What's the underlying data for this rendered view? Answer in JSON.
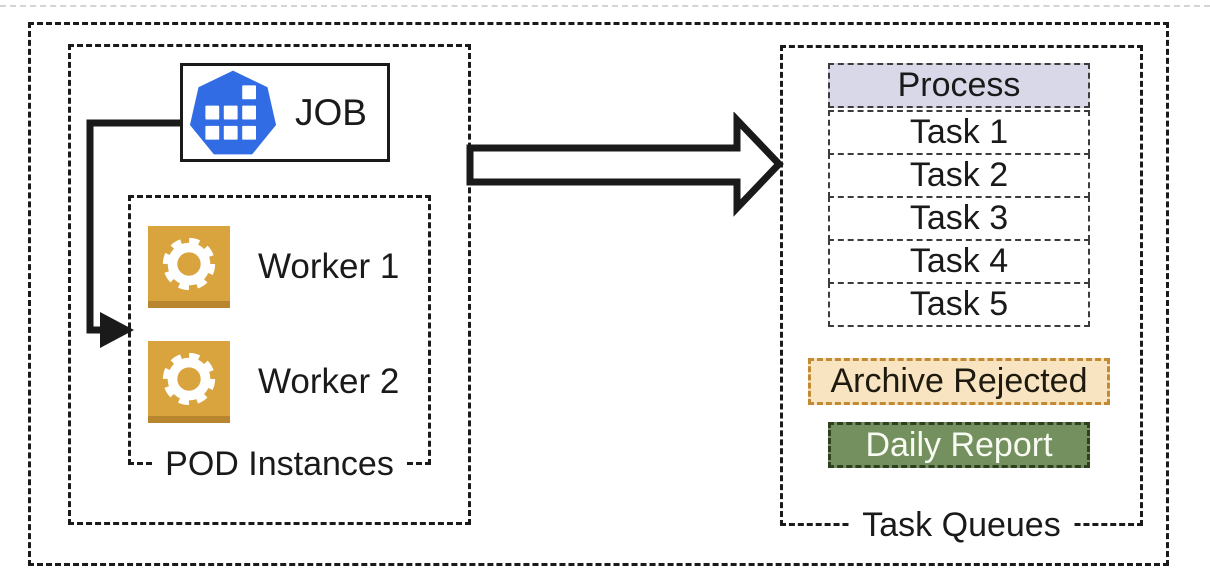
{
  "colors": {
    "kubernetes_blue": "#326CE5",
    "worker_gold": "#D9A43E",
    "worker_gold_dark": "#B8862F",
    "process_fill": "#D8D8E8",
    "archive_fill": "#F8E4C1",
    "archive_border": "#C28A33",
    "daily_fill": "#74905F",
    "daily_border": "#2E401F",
    "daily_text": "#F7FBF2",
    "line_black": "#1A1A1A"
  },
  "left_group": {
    "job": {
      "label": "JOB",
      "icon": "kubernetes-job-icon"
    },
    "pod_box": {
      "label": "POD Instances",
      "workers": [
        {
          "label": "Worker 1",
          "icon": "gear-icon"
        },
        {
          "label": "Worker 2",
          "icon": "gear-icon"
        }
      ]
    }
  },
  "task_queues": {
    "label": "Task Queues",
    "process_header": "Process",
    "tasks": [
      "Task 1",
      "Task 2",
      "Task 3",
      "Task 4",
      "Task 5"
    ],
    "archive_label": "Archive Rejected",
    "daily_report_label": "Daily Report"
  }
}
